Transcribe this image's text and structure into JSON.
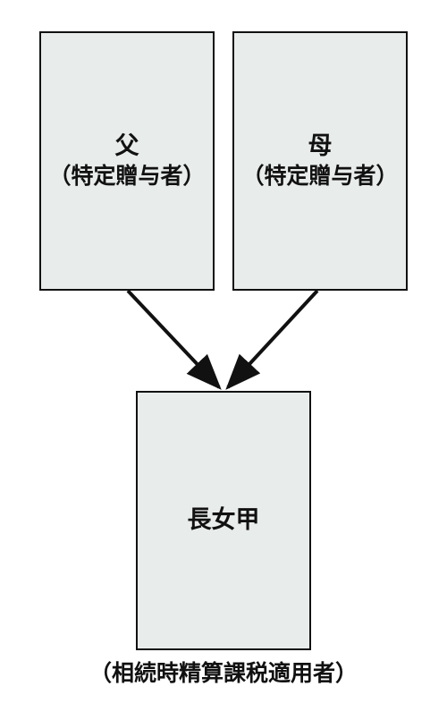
{
  "father": {
    "name": "父",
    "role": "（特定贈与者）"
  },
  "mother": {
    "name": "母",
    "role": "（特定贈与者）"
  },
  "daughter": {
    "name": "長女甲"
  },
  "caption": "（相続時精算課税適用者）",
  "colors": {
    "box_fill": "#e8ecea",
    "border": "#111111"
  }
}
